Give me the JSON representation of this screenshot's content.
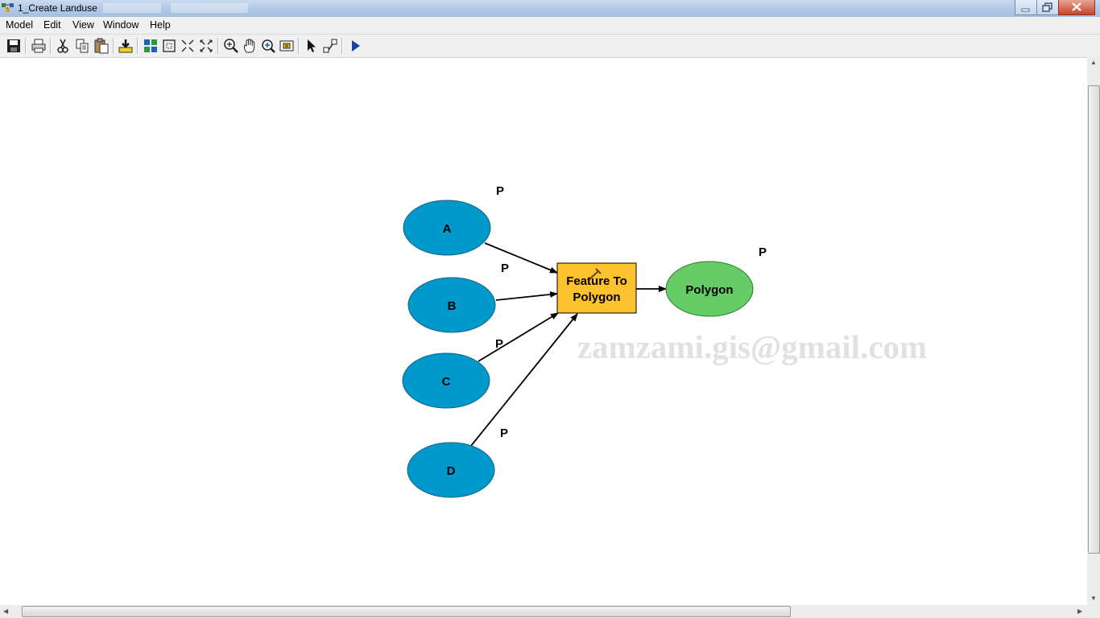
{
  "window": {
    "title": "1_Create Landuse"
  },
  "menu": {
    "items": [
      "Model",
      "Edit",
      "View",
      "Window",
      "Help"
    ]
  },
  "toolbar": {
    "icons": [
      "save-icon",
      "print-icon",
      "cut-icon",
      "copy-icon",
      "paste-icon",
      "add-data-icon",
      "auto-layout-icon",
      "full-extent-icon",
      "zoom-in-fixed-icon",
      "zoom-out-fixed-icon",
      "zoom-in-icon",
      "pan-icon",
      "magnify-icon",
      "overview-icon",
      "select-icon",
      "connect-icon",
      "run-icon"
    ]
  },
  "model": {
    "inputs": [
      {
        "label": "A",
        "param": "P"
      },
      {
        "label": "B",
        "param": "P"
      },
      {
        "label": "C",
        "param": "P"
      },
      {
        "label": "D",
        "param": "P"
      }
    ],
    "tool": {
      "label_line1": "Feature To",
      "label_line2": "Polygon"
    },
    "output": {
      "label": "Polygon",
      "param": "P"
    }
  },
  "watermark": "zamzami.gis@gmail.com",
  "colors": {
    "input_fill": "#0099cc",
    "tool_fill": "#ffc22f",
    "output_fill": "#66cc66",
    "watermark": "#dcdcdc"
  }
}
